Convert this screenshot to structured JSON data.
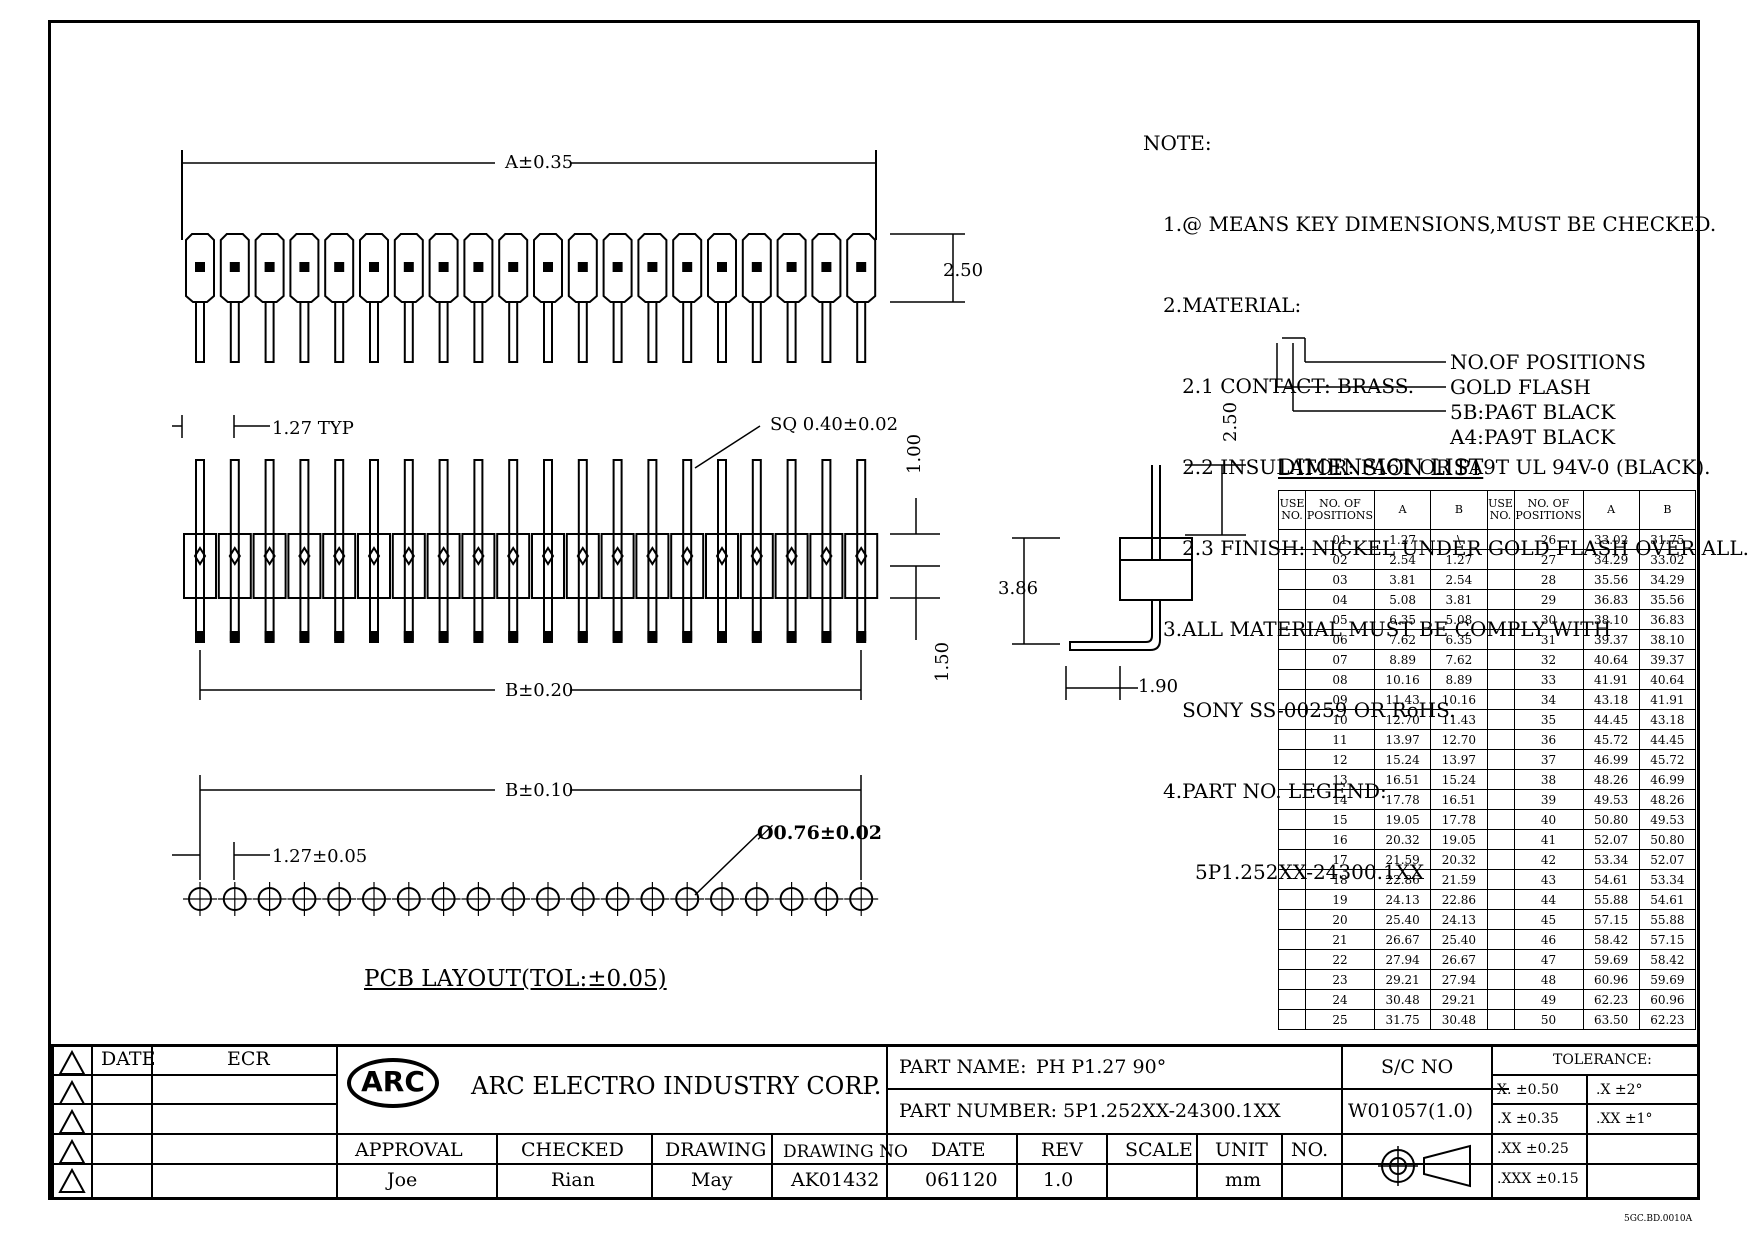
{
  "notes": {
    "heading": "NOTE:",
    "lines": [
      "1.@ MEANS KEY DIMENSIONS,MUST BE CHECKED.",
      "2.MATERIAL:",
      "   2.1 CONTACT: BRASS.",
      "   2.2 INSULATOR: PA6T OR PA9T UL 94V-0 (BLACK).",
      "   2.3 FINISH: NICKEL UNDER GOLD FLASH OVER ALL.",
      "3.ALL MATERIAL MUST BE COMPLY WITH",
      "   SONY SS-00259 OR RoHS.",
      "4.PART NO. LEGEND:"
    ],
    "part_no_legend": "5P1.252XX-24300.1XX",
    "legend_labels": [
      "NO.OF POSITIONS",
      "GOLD FLASH",
      "5B:PA6T BLACK",
      "A4:PA9T BLACK"
    ]
  },
  "dims": {
    "a_tol": "A±0.35",
    "top_height": "2.50",
    "pitch_typ": "1.27 TYP",
    "sq": "SQ 0.40±0.02",
    "d_100": "1.00",
    "d_150": "1.50",
    "b_020": "B±0.20",
    "side_250": "2.50",
    "side_386": "3.86",
    "side_190": "1.90",
    "b_010": "B±0.10",
    "pitch_pcb": "1.27±0.05",
    "hole": "Ø0.76±0.02",
    "pcb_title": "PCB LAYOUT(TOL:±0.05)"
  },
  "dimension_list": {
    "title": "DIMENSION LIST",
    "headers": [
      "USE NO.",
      "NO. OF POSITIONS",
      "A",
      "B",
      "USE NO.",
      "NO. OF POSITIONS",
      "A",
      "B"
    ],
    "rows": [
      [
        "01",
        "1.27",
        "\\",
        "26",
        "33.02",
        "31.75"
      ],
      [
        "02",
        "2.54",
        "1.27",
        "27",
        "34.29",
        "33.02"
      ],
      [
        "03",
        "3.81",
        "2.54",
        "28",
        "35.56",
        "34.29"
      ],
      [
        "04",
        "5.08",
        "3.81",
        "29",
        "36.83",
        "35.56"
      ],
      [
        "05",
        "6.35",
        "5.08",
        "30",
        "38.10",
        "36.83"
      ],
      [
        "06",
        "7.62",
        "6.35",
        "31",
        "39.37",
        "38.10"
      ],
      [
        "07",
        "8.89",
        "7.62",
        "32",
        "40.64",
        "39.37"
      ],
      [
        "08",
        "10.16",
        "8.89",
        "33",
        "41.91",
        "40.64"
      ],
      [
        "09",
        "11.43",
        "10.16",
        "34",
        "43.18",
        "41.91"
      ],
      [
        "10",
        "12.70",
        "11.43",
        "35",
        "44.45",
        "43.18"
      ],
      [
        "11",
        "13.97",
        "12.70",
        "36",
        "45.72",
        "44.45"
      ],
      [
        "12",
        "15.24",
        "13.97",
        "37",
        "46.99",
        "45.72"
      ],
      [
        "13",
        "16.51",
        "15.24",
        "38",
        "48.26",
        "46.99"
      ],
      [
        "14",
        "17.78",
        "16.51",
        "39",
        "49.53",
        "48.26"
      ],
      [
        "15",
        "19.05",
        "17.78",
        "40",
        "50.80",
        "49.53"
      ],
      [
        "16",
        "20.32",
        "19.05",
        "41",
        "52.07",
        "50.80"
      ],
      [
        "17",
        "21.59",
        "20.32",
        "42",
        "53.34",
        "52.07"
      ],
      [
        "18",
        "22.86",
        "21.59",
        "43",
        "54.61",
        "53.34"
      ],
      [
        "19",
        "24.13",
        "22.86",
        "44",
        "55.88",
        "54.61"
      ],
      [
        "20",
        "25.40",
        "24.13",
        "45",
        "57.15",
        "55.88"
      ],
      [
        "21",
        "26.67",
        "25.40",
        "46",
        "58.42",
        "57.15"
      ],
      [
        "22",
        "27.94",
        "26.67",
        "47",
        "59.69",
        "58.42"
      ],
      [
        "23",
        "29.21",
        "27.94",
        "48",
        "60.96",
        "59.69"
      ],
      [
        "24",
        "30.48",
        "29.21",
        "49",
        "62.23",
        "60.96"
      ],
      [
        "25",
        "31.75",
        "30.48",
        "50",
        "63.50",
        "62.23"
      ]
    ]
  },
  "title_block": {
    "date_hdr": "DATE",
    "ecr_hdr": "ECR",
    "logo": "ARC",
    "company": "ARC ELECTRO INDUSTRY CORP.",
    "part_name_lbl": "PART NAME:",
    "part_name": "PH P1.27 90°",
    "part_number_lbl": "PART NUMBER:",
    "part_number": "5P1.252XX-24300.1XX",
    "sc_no_lbl": "S/C NO",
    "sc_no": "W01057(1.0)",
    "tolerance_lbl": "TOLERANCE:",
    "tol": [
      "X. ±0.50",
      ".X ±2°",
      ".X ±0.35",
      ".XX ±1°",
      ".XX ±0.25",
      ".XXX ±0.15"
    ],
    "approval_lbl": "APPROVAL",
    "approval": "Joe",
    "checked_lbl": "CHECKED",
    "checked": "Rian",
    "drawing_lbl": "DRAWING",
    "drawing": "May",
    "drawing_no_lbl": "DRAWING NO",
    "drawing_no": "AK01432",
    "date_lbl": "DATE",
    "date": "061120",
    "rev_lbl": "REV",
    "rev": "1.0",
    "scale_lbl": "SCALE",
    "scale": "",
    "unit_lbl": "UNIT",
    "unit": "mm",
    "no_lbl": "NO.",
    "no": ""
  },
  "stamp": "5GC.BD.0010A"
}
